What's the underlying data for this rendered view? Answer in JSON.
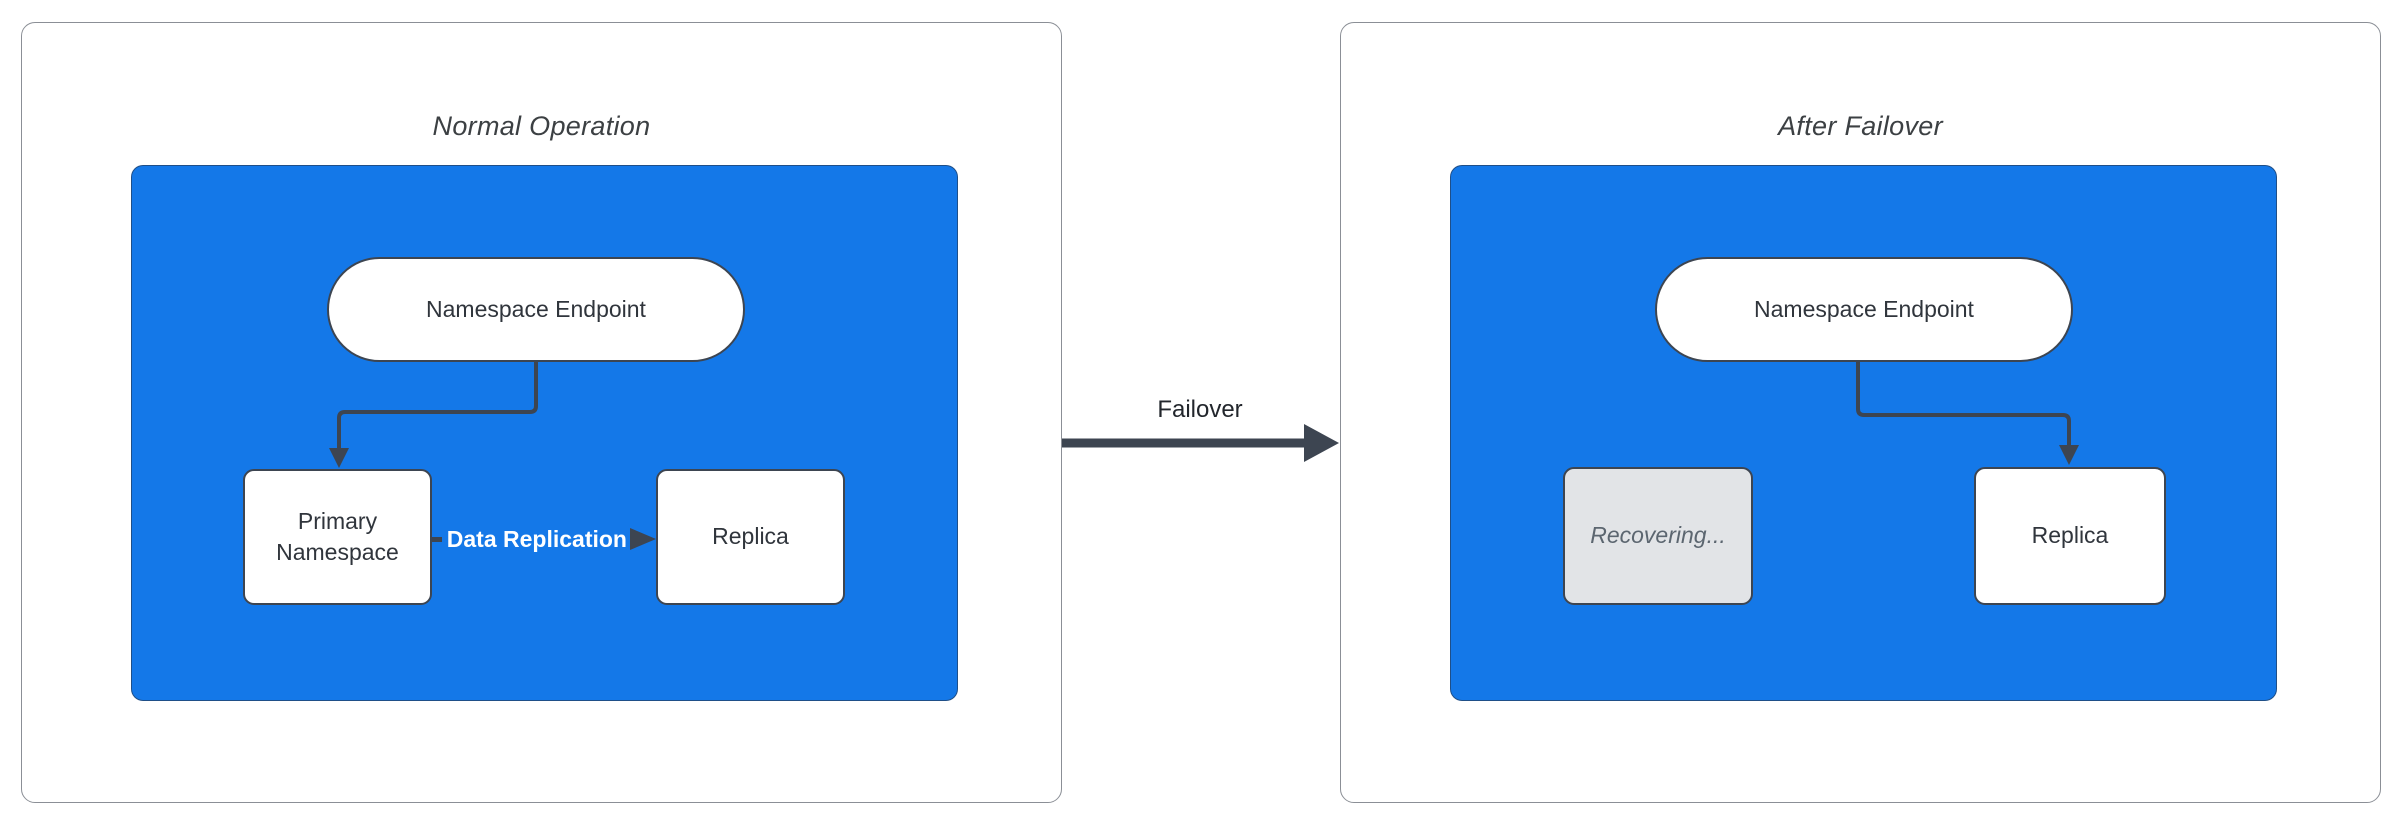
{
  "diagram": {
    "left_panel": {
      "title": "Normal Operation",
      "endpoint_label": "Namespace Endpoint",
      "primary_label": "Primary Namespace",
      "replica_label": "Replica",
      "replication_label": "Data Replication"
    },
    "failover_label": "Failover",
    "right_panel": {
      "title": "After Failover",
      "endpoint_label": "Namespace Endpoint",
      "recovering_label": "Recovering...",
      "replica_label": "Replica"
    },
    "colors": {
      "blue": "#1478E8",
      "stroke": "#3D4551",
      "panel_border": "#8B8F96",
      "recovering_fill": "#E2E4E7",
      "recovering_text": "#5C6670",
      "text": "#30353C"
    }
  }
}
